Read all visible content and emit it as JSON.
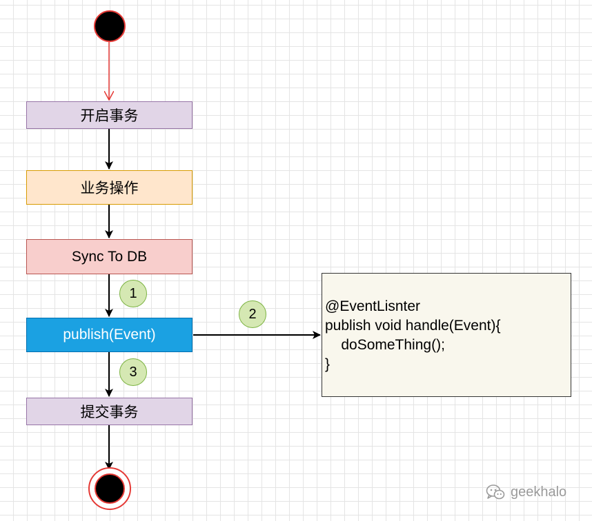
{
  "colors": {
    "start_fill": "#000000",
    "start_border": "#e53935",
    "start_arrow": "#e53935",
    "arrow": "#000000",
    "purple_fill": "#e1d5e7",
    "purple_border": "#9673a6",
    "orange_fill": "#ffe6cc",
    "orange_border": "#d79b00",
    "red_fill": "#f8cecc",
    "red_border": "#b85450",
    "blue_fill": "#1ba1e2",
    "blue_border": "#006eaf",
    "badge_fill": "#d5e8b3",
    "badge_border": "#7cb342",
    "note_fill": "#f9f7ed",
    "grid": "#e4e4e4"
  },
  "nodes": {
    "begin_transaction": "开启事务",
    "business_operation": "业务操作",
    "sync_to_db": "Sync To DB",
    "publish_event": "publish(Event)",
    "commit_transaction": "提交事务"
  },
  "badges": {
    "one": "1",
    "two": "2",
    "three": "3"
  },
  "code_note": {
    "lines": [
      "@EventLisnter",
      "publish void handle(Event){",
      "    doSomeThing();",
      "}"
    ]
  },
  "watermark": {
    "icon": "wechat-icon",
    "text": "geekhalo"
  }
}
